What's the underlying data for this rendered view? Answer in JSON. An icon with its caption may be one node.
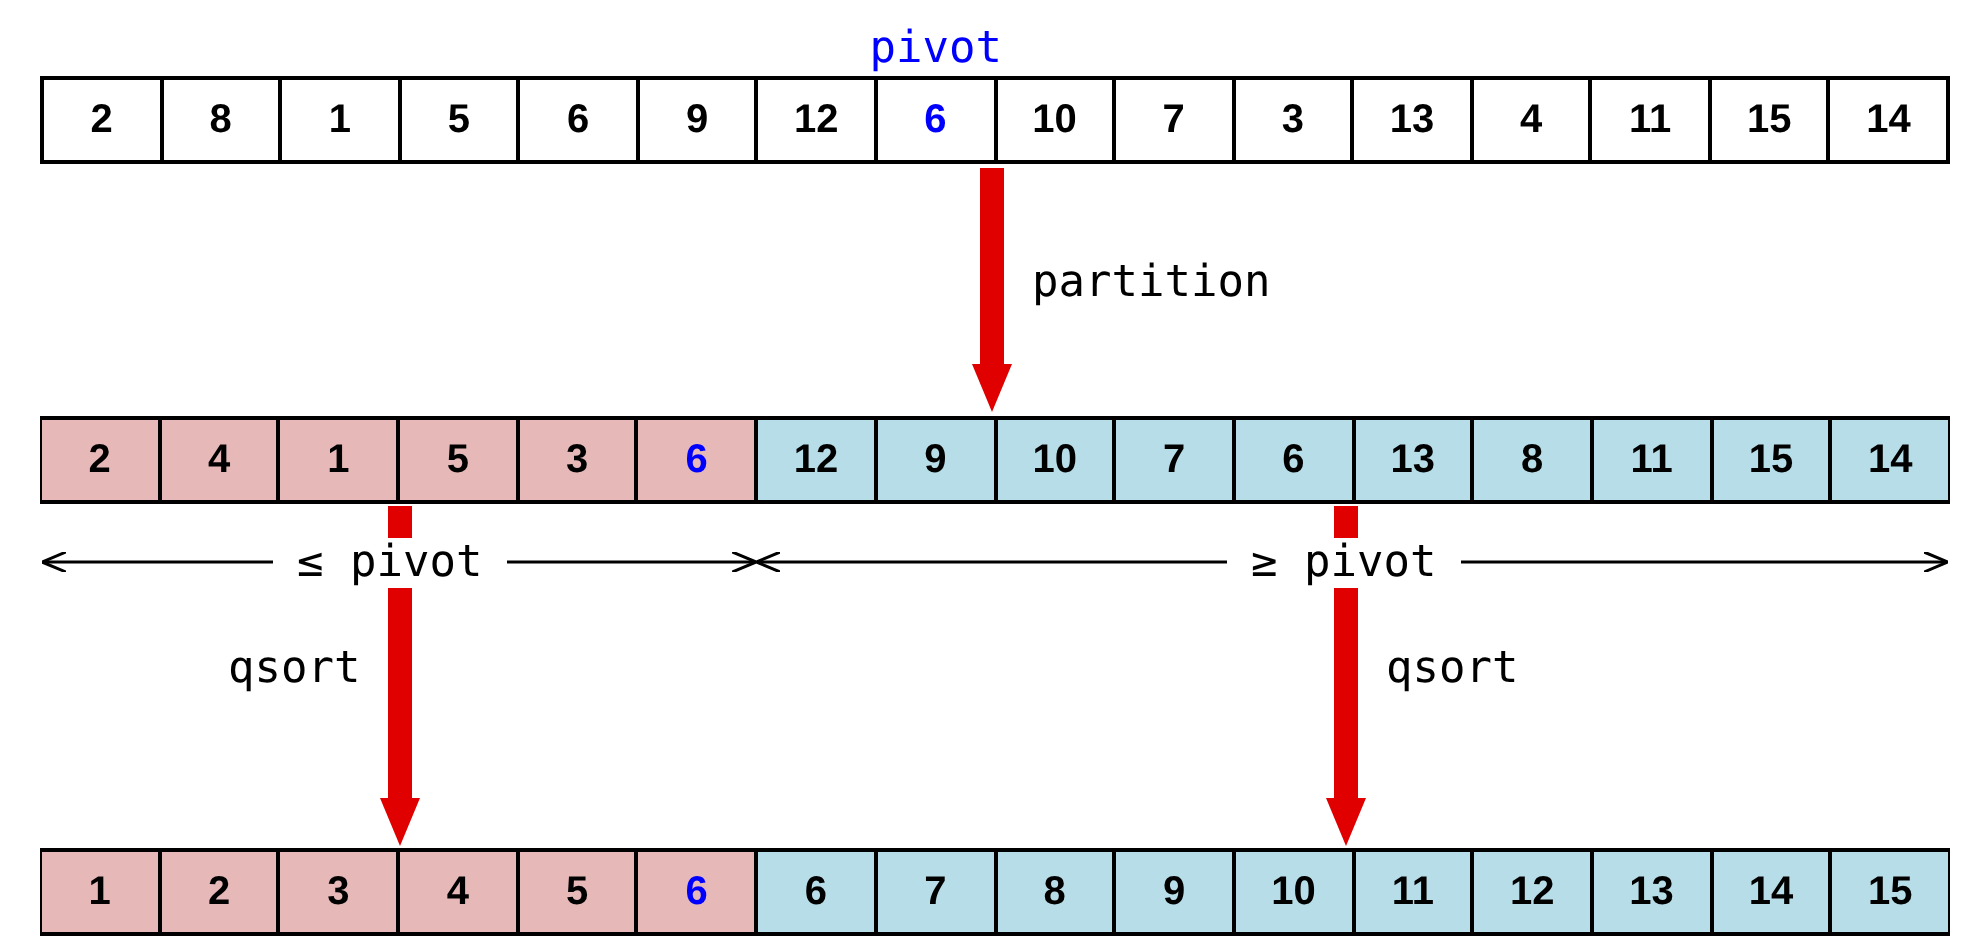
{
  "diagram": {
    "nodes": [
      {
        "text": [],
        "shape": "bar"
      },
      {
        "text": [
          "2"
        ],
        "in": 0
      },
      {
        "text": [
          "8"
        ],
        "in": 0
      },
      {
        "text": [
          "1"
        ],
        "in": 0
      },
      {
        "text": [
          "5"
        ],
        "in": 0
      },
      {
        "text": [
          "6"
        ],
        "in": 0
      },
      {
        "text": [
          "9"
        ],
        "in": 0
      },
      {
        "text": [
          "12"
        ],
        "in": 0
      },
      {
        "text": [
          "6"
        ],
        "in": 0,
        "beside": [
          "pivot"
        ]
      },
      {
        "text": [
          "10"
        ],
        "in": 0
      },
      {
        "text": [
          "7"
        ],
        "in": 0
      },
      {
        "text": [
          "3"
        ],
        "in": 0
      },
      {
        "text": [
          "13"
        ],
        "in": 0
      },
      {
        "text": [
          "4"
        ],
        "in": 0
      },
      {
        "text": [
          "11"
        ],
        "in": 0
      },
      {
        "text": [
          "15"
        ],
        "in": 0
      },
      {
        "text": [
          "14"
        ],
        "in": 0
      },
      {
        "text": [],
        "shape": "bar"
      },
      {
        "text": [],
        "shape": "bar",
        "in": 17
      },
      {
        "text": [
          "2"
        ],
        "in": 18
      },
      {
        "text": [
          "4"
        ],
        "in": 18
      },
      {
        "text": [
          "1"
        ],
        "in": 18
      },
      {
        "text": [
          "5"
        ],
        "in": 18
      },
      {
        "text": [
          "3"
        ],
        "in": 18
      },
      {
        "text": [
          "6"
        ],
        "in": 18
      },
      {
        "text": [],
        "shape": "bar",
        "in": 17
      },
      {
        "text": [
          "12"
        ],
        "in": 25
      },
      {
        "text": [
          "9"
        ],
        "in": 25
      },
      {
        "text": [
          "10"
        ],
        "in": 25
      },
      {
        "text": [
          "7"
        ],
        "in": 25
      },
      {
        "text": [
          "6"
        ],
        "in": 25
      },
      {
        "text": [
          "13"
        ],
        "in": 25
      },
      {
        "text": [
          "8"
        ],
        "in": 25
      },
      {
        "text": [
          "11"
        ],
        "in": 25
      },
      {
        "text": [
          "15"
        ],
        "in": 25
      },
      {
        "text": [
          "14"
        ],
        "in": 25
      },
      {
        "text": [],
        "shape": "bar"
      },
      {
        "text": [],
        "shape": "bar",
        "in": 36
      },
      {
        "text": [
          "1"
        ],
        "in": 37
      },
      {
        "text": [
          "2"
        ],
        "in": 37
      },
      {
        "text": [
          "3"
        ],
        "in": 37
      },
      {
        "text": [
          "4"
        ],
        "in": 37
      },
      {
        "text": [
          "5"
        ],
        "in": 37
      },
      {
        "text": [
          "6"
        ],
        "in": 37
      },
      {
        "text": [],
        "shape": "bar",
        "in": 36
      },
      {
        "text": [
          "6"
        ],
        "in": 44
      },
      {
        "text": [
          "7"
        ],
        "in": 44
      },
      {
        "text": [
          "8"
        ],
        "in": 44
      },
      {
        "text": [
          "9"
        ],
        "in": 44
      },
      {
        "text": [
          "10"
        ],
        "in": 44
      },
      {
        "text": [
          "11"
        ],
        "in": 44
      },
      {
        "text": [
          "12"
        ],
        "in": 44
      },
      {
        "text": [
          "13"
        ],
        "in": 44
      },
      {
        "text": [
          "14"
        ],
        "in": 44
      },
      {
        "text": [
          "15"
        ],
        "in": 44
      }
    ],
    "edges": [
      {
        "from": 0,
        "to": 17,
        "arrow": "to",
        "label": "partition"
      },
      {
        "from": 18,
        "to": 37,
        "arrow": "to",
        "label": "qsort"
      },
      {
        "from": 25,
        "to": 44,
        "arrow": "to",
        "label": "qsort"
      }
    ],
    "labels": [
      "≤ pivot",
      "≥ pivot"
    ]
  }
}
